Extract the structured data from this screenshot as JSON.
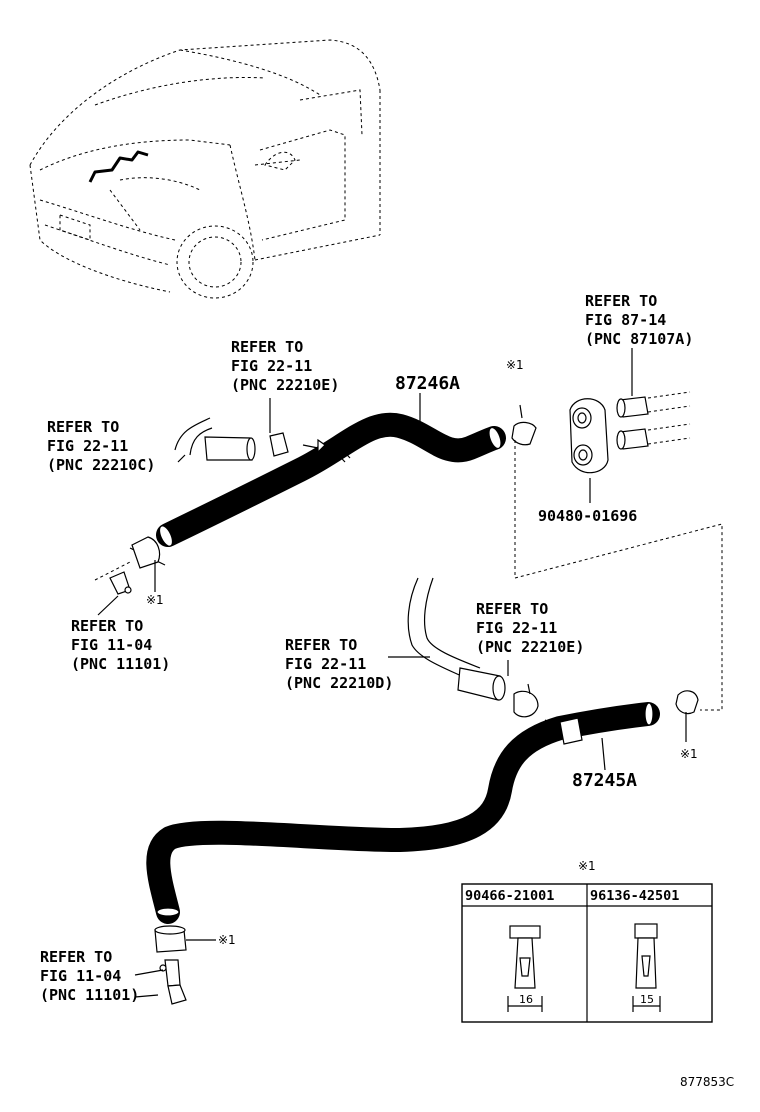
{
  "car_overview": {
    "icon": "car-icon"
  },
  "callouts": {
    "refer_87_14": [
      "REFER TO",
      "FIG 87-14",
      "(PNC 87107A)"
    ],
    "refer_22_11_e_top": [
      "REFER TO",
      "FIG 22-11",
      "(PNC 22210E)"
    ],
    "refer_22_11_c": [
      "REFER TO",
      "FIG 22-11",
      "(PNC 22210C)"
    ],
    "refer_11_04_top": [
      "REFER TO",
      "FIG 11-04",
      "(PNC 11101)"
    ],
    "refer_22_11_e_mid": [
      "REFER TO",
      "FIG 22-11",
      "(PNC 22210E)"
    ],
    "refer_22_11_d": [
      "REFER TO",
      "FIG 22-11",
      "(PNC 22210D)"
    ],
    "refer_11_04_bottom": [
      "REFER TO",
      "FIG 11-04",
      "(PNC 11101)"
    ]
  },
  "part_numbers": {
    "hose_upper": "87246A",
    "hose_lower": "87245A",
    "grommet": "90480-01696"
  },
  "clip_marks": {
    "upper_right": "※1",
    "upper_left": "※1",
    "lower_right": "※1",
    "lower_left": "※1"
  },
  "clip_table": {
    "title": "※1",
    "columns": [
      {
        "part_no": "90466-21001",
        "dimension": "16"
      },
      {
        "part_no": "96136-42501",
        "dimension": "15"
      }
    ]
  },
  "figure_id": "877853C"
}
